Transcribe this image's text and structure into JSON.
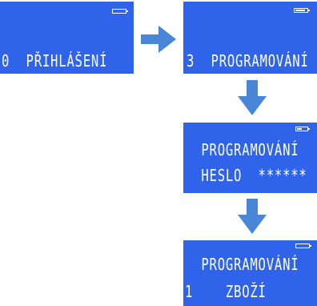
{
  "colors": {
    "screen": "#2f63ea",
    "text": "#ffffff",
    "arrow": "#4a86d8"
  },
  "screens": [
    {
      "lines": [
        "0  PŘIHLÁŠENÍ"
      ],
      "battery_level": 0
    },
    {
      "lines": [
        "3  PROGRAMOVÁNÍ"
      ],
      "battery_level": 0.8
    },
    {
      "lines": [
        "  PROGRAMOVÁNÍ",
        "  HESLO  ******"
      ],
      "battery_level": 0.5
    },
    {
      "lines": [
        "  PROGRAMOVÁNÍ",
        "1    ZBOŽÍ"
      ],
      "battery_level": 0
    }
  ],
  "arrows": [
    {
      "icon": "right-arrow-icon"
    },
    {
      "icon": "down-arrow-icon"
    },
    {
      "icon": "down-arrow-icon"
    }
  ]
}
